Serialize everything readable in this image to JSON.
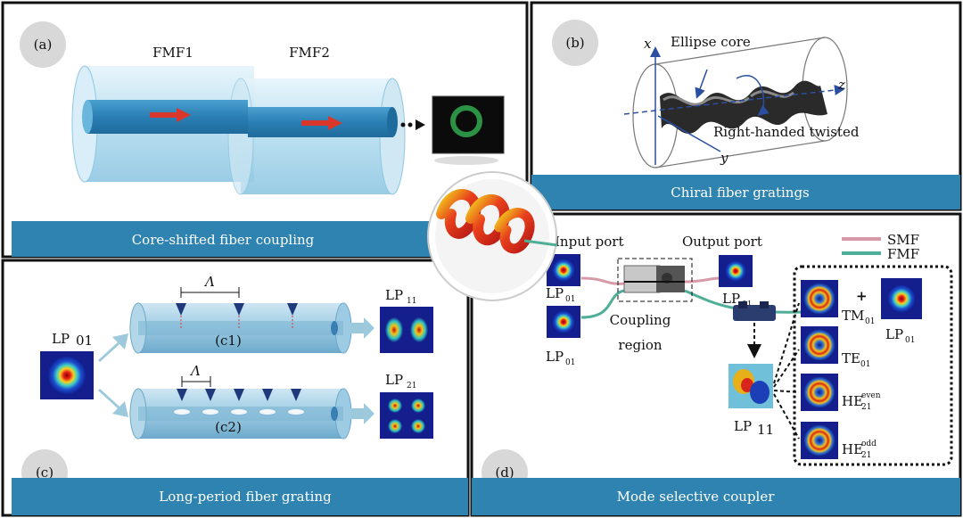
{
  "colors": {
    "caption_bar": "#2e83b0",
    "fiber_light": "#bfe2f2",
    "fiber_core": "#2f8cc0",
    "arrow_red": "#d9372b",
    "smf": "#d89aa8",
    "fmf": "#4fae98"
  },
  "panel_a": {
    "tag": "(a)",
    "fmf1": "FMF1",
    "fmf2": "FMF2",
    "caption": "Core-shifted fiber coupling"
  },
  "panel_b": {
    "tag": "(b)",
    "x_axis": "x",
    "y_axis": "y",
    "z_axis": "z",
    "ellipse_core": "Ellipse core",
    "twist": "Right-handed twisted",
    "caption": "Chiral fiber gratings"
  },
  "panel_c": {
    "tag": "(c)",
    "lp01": "LP",
    "lp01_sub": "01",
    "lp11": "LP",
    "lp11_sub": "11",
    "lp21": "LP",
    "lp21_sub": "21",
    "period": "Λ",
    "c1": "(c1)",
    "c2": "(c2)",
    "caption": "Long-period fiber grating"
  },
  "panel_d": {
    "tag": "(d)",
    "input_port": "Input port",
    "output_port": "Output port",
    "smf": "SMF",
    "fmf": "FMF",
    "lp": "LP",
    "sub01": "01",
    "coupling_1": "Coupling",
    "coupling_2": "region",
    "lp11": "LP",
    "lp11_sub": "11",
    "tm": "TM",
    "tm_sub": "01",
    "te": "TE",
    "te_sub": "01",
    "he": "HE",
    "he_sub": "21",
    "even": "even",
    "odd": "odd",
    "plus": "+",
    "caption": "Mode selective coupler"
  }
}
